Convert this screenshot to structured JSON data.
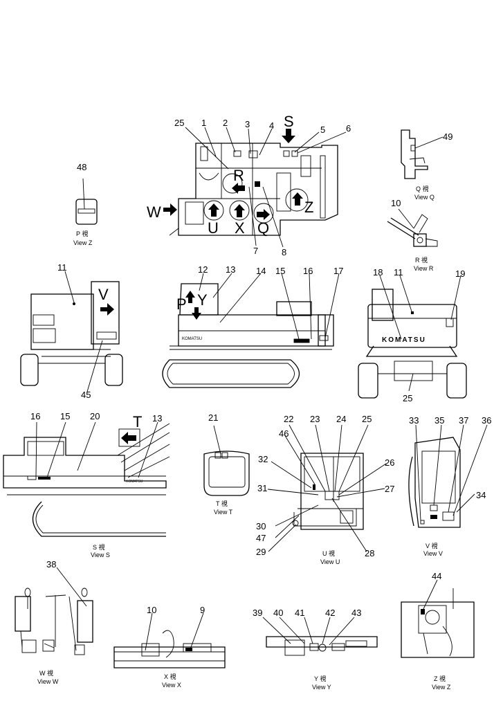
{
  "letters": {
    "S": "S",
    "R": "R",
    "W": "W",
    "U": "U",
    "X": "X",
    "Q": "Q",
    "Z": "Z",
    "V": "V",
    "P": "P",
    "Y": "Y",
    "T": "T"
  },
  "brand_text": "KOMATSU",
  "captions": {
    "p_z": {
      "jp": "P 視",
      "en": "View Z"
    },
    "q": {
      "jp": "Q 視",
      "en": "View Q"
    },
    "r": {
      "jp": "R 視",
      "en": "View R"
    },
    "s": {
      "jp": "S 視",
      "en": "View S"
    },
    "t": {
      "jp": "T 視",
      "en": "View T"
    },
    "u": {
      "jp": "U 視",
      "en": "View U"
    },
    "v": {
      "jp": "V 視",
      "en": "View V"
    },
    "w": {
      "jp": "W 視",
      "en": "View W"
    },
    "x": {
      "jp": "X 視",
      "en": "View X"
    },
    "y": {
      "jp": "Y 視",
      "en": "View Y"
    },
    "z": {
      "jp": "Z 視",
      "en": "View Z"
    }
  },
  "callouts": {
    "c1": "1",
    "c2": "2",
    "c3": "3",
    "c4": "4",
    "c5": "5",
    "c6": "6",
    "c7": "7",
    "c8": "8",
    "c9": "9",
    "c10": "10",
    "c11": "11",
    "c12": "12",
    "c13": "13",
    "c14": "14",
    "c15": "15",
    "c16": "16",
    "c17": "17",
    "c18": "18",
    "c19": "19",
    "c20": "20",
    "c21": "21",
    "c22": "22",
    "c23": "23",
    "c24": "24",
    "c25": "25",
    "c26": "26",
    "c27": "27",
    "c28": "28",
    "c29": "29",
    "c30": "30",
    "c31": "31",
    "c32": "32",
    "c33": "33",
    "c34": "34",
    "c35": "35",
    "c36": "36",
    "c37": "37",
    "c38": "38",
    "c39": "39",
    "c40": "40",
    "c41": "41",
    "c42": "42",
    "c43": "43",
    "c44": "44",
    "c45": "45",
    "c46": "46",
    "c47": "47",
    "c48": "48",
    "c49": "49"
  }
}
